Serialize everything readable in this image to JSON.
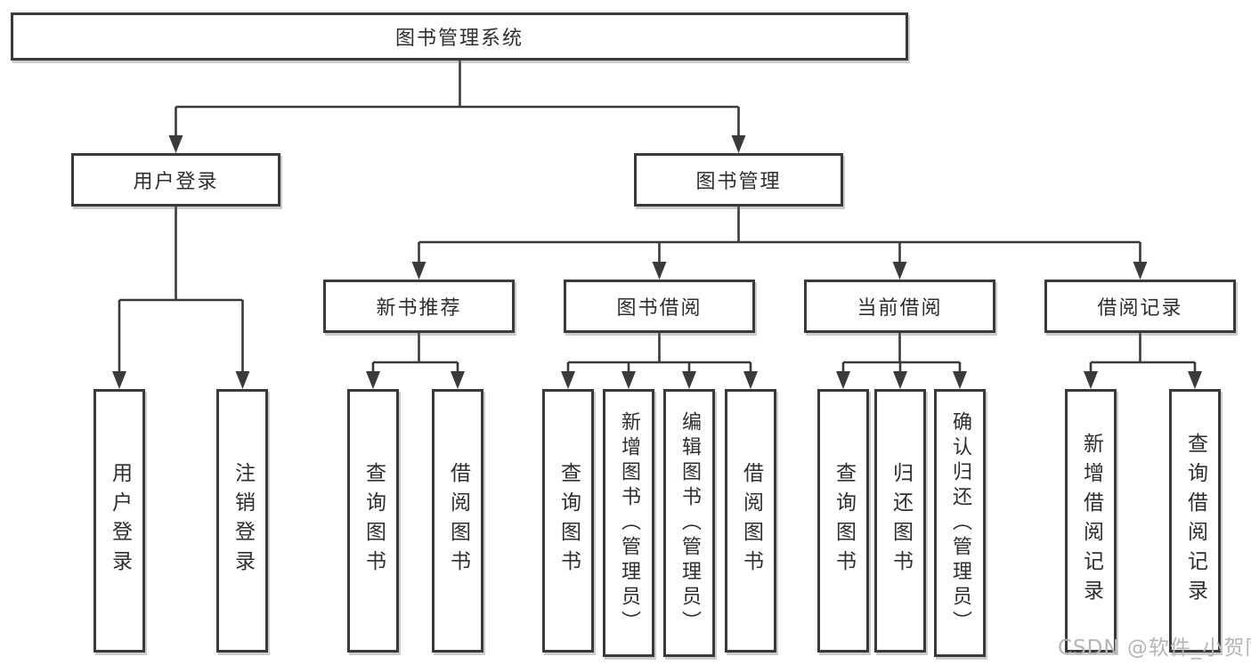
{
  "colors": {
    "line": "#3a3a3a",
    "box_border": "#3a3a3a",
    "text": "#2e2e2e",
    "watermark": "#b5b5b5"
  },
  "watermark": "CSDN @软件_小贺同学",
  "nodes": {
    "root": "图书管理系统",
    "user_login": "用户登录",
    "book_mgmt": "图书管理",
    "new_books": "新书推荐",
    "book_borrow": "图书借阅",
    "current_borrow": "当前借阅",
    "borrow_records": "借阅记录",
    "leaves": [
      "用户登录",
      "注销登录",
      "查询图书",
      "借阅图书",
      "查询图书",
      "新增图书（管理员）",
      "编辑图书（管理员）",
      "借阅图书",
      "查询图书",
      "归还图书",
      "确认归还（管理员）",
      "新增借阅记录",
      "查询借阅记录"
    ]
  }
}
